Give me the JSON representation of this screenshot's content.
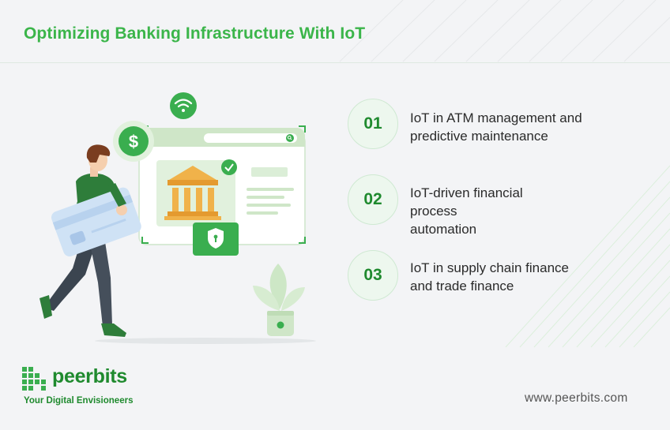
{
  "title": "Optimizing Banking Infrastructure With IoT",
  "items": [
    {
      "number": "01",
      "lines": [
        "IoT in ATM management and",
        "predictive maintenance"
      ]
    },
    {
      "number": "02",
      "lines": [
        "IoT-driven financial",
        "process",
        "automation"
      ]
    },
    {
      "number": "03",
      "lines": [
        "IoT in supply chain finance",
        "and trade finance"
      ]
    }
  ],
  "logo": {
    "name": "peerbits",
    "tagline": "Your Digital Envisioneers"
  },
  "website": "www.peerbits.com",
  "icons": [
    "wifi-icon",
    "dollar-icon",
    "search-icon",
    "bank-icon",
    "check-icon",
    "lock-shield-icon",
    "plant-icon",
    "credit-card-icon",
    "peerbits-logo-icon"
  ],
  "colors": {
    "title": "#3bb54a",
    "brand_green": "#1f8a2e",
    "accent_green": "#3aae4f",
    "light_green": "#cfe6c8",
    "background": "#f3f4f6",
    "text": "#2a2a2a"
  }
}
